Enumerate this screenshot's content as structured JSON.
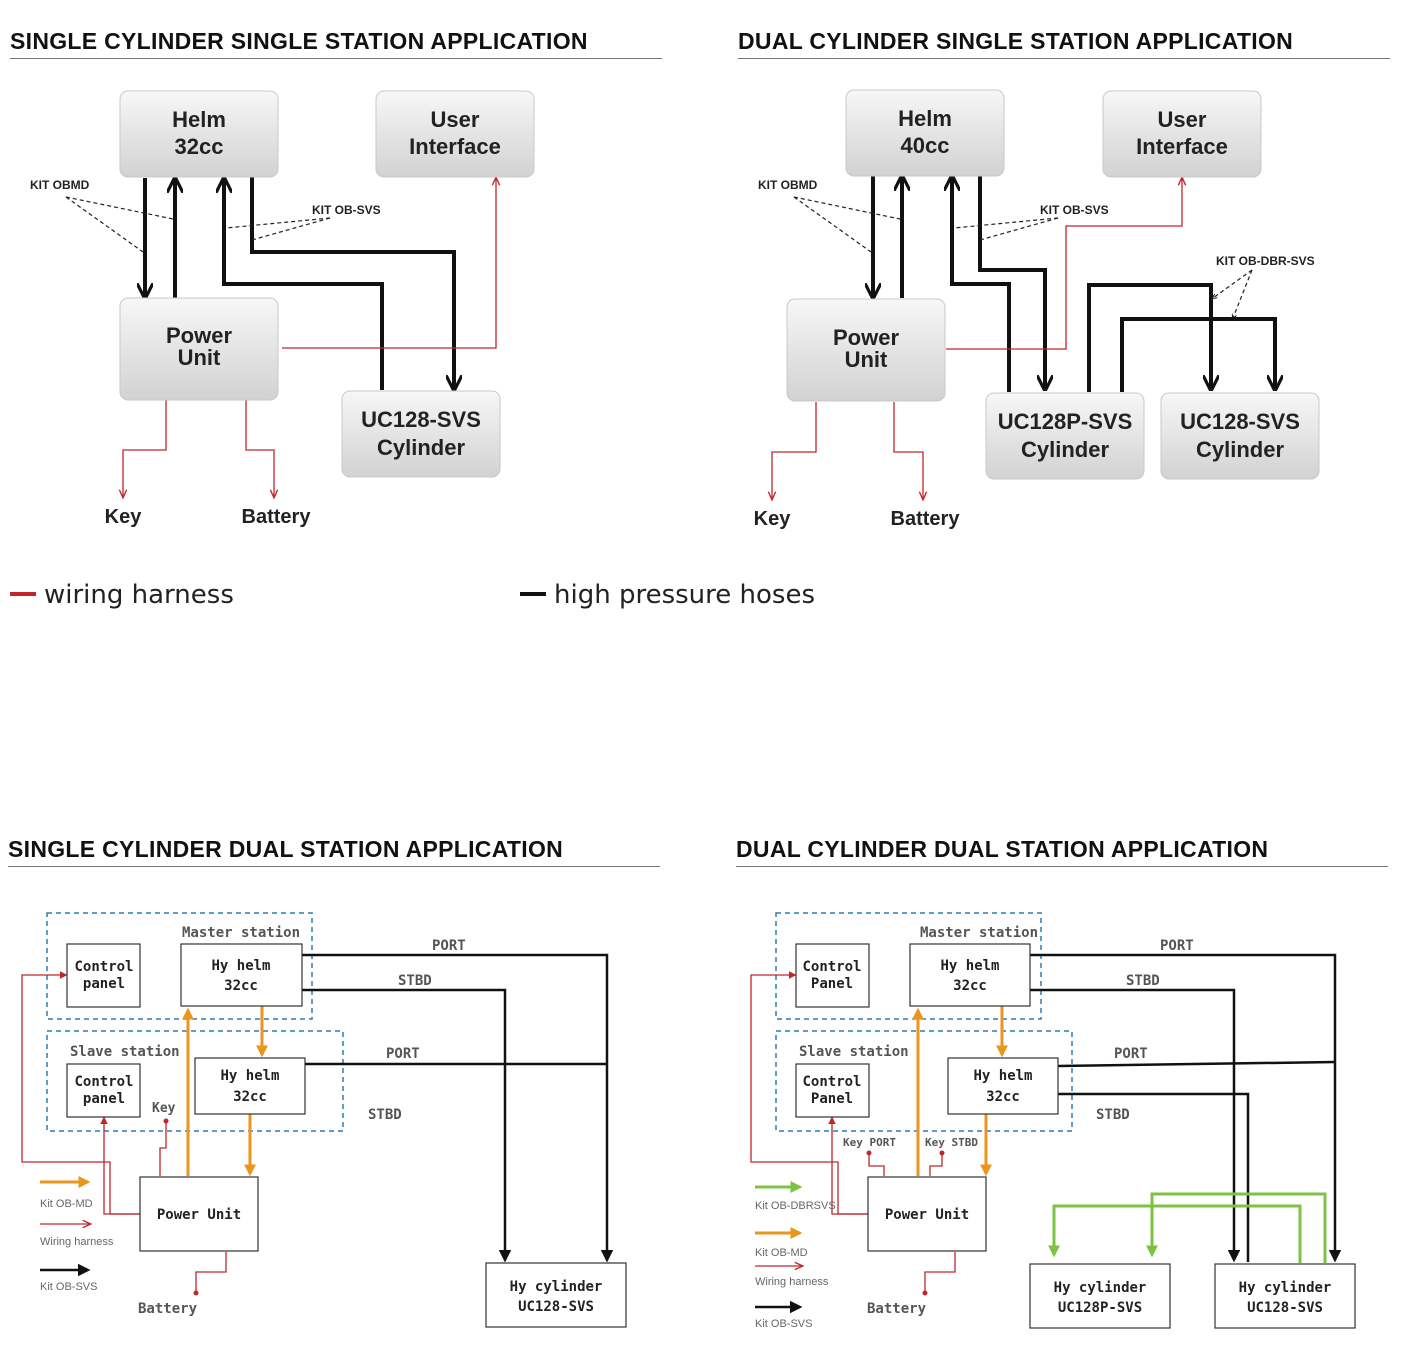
{
  "colors": {
    "wiring": "#c0272d",
    "hose": "#111111",
    "orange_kit": "#e8961e",
    "green_kit": "#7dc242",
    "station_border": "#2a7fb5"
  },
  "panels": {
    "a": {
      "title": "SINGLE CYLINDER SINGLE STATION APPLICATION",
      "helm": [
        "Helm",
        "32cc"
      ],
      "ui": [
        "User",
        "Interface"
      ],
      "pu": [
        "Power",
        "Unit"
      ],
      "cyl": [
        "UC128-SVS",
        "Cylinder"
      ],
      "kit1": "KIT OBMD",
      "kit2": "KIT OB-SVS",
      "key": "Key",
      "battery": "Battery"
    },
    "b": {
      "title": "DUAL CYLINDER SINGLE STATION APPLICATION",
      "helm": [
        "Helm",
        "40cc"
      ],
      "ui": [
        "User",
        "Interface"
      ],
      "pu": [
        "Power",
        "Unit"
      ],
      "cyl1": [
        "UC128P-SVS",
        "Cylinder"
      ],
      "cyl2": [
        "UC128-SVS",
        "Cylinder"
      ],
      "kit1": "KIT OBMD",
      "kit2": "KIT OB-SVS",
      "kit3": "KIT OB-DBR-SVS",
      "key": "Key",
      "battery": "Battery"
    },
    "c": {
      "title": "SINGLE CYLINDER DUAL STATION APPLICATION",
      "master": "Master station",
      "slave": "Slave station",
      "cp1": [
        "Control",
        "panel"
      ],
      "cp2": [
        "Control",
        "panel"
      ],
      "helm1": [
        "Hy helm",
        "32cc"
      ],
      "helm2": [
        "Hy helm",
        "32cc"
      ],
      "pu": "Power Unit",
      "cyl": [
        "Hy cylinder",
        "UC128-SVS"
      ],
      "port1": "PORT",
      "stbd1": "STBD",
      "port2": "PORT",
      "stbd2": "STBD",
      "key": "Key",
      "battery": "Battery",
      "leg1": "Kit OB-MD",
      "leg2": "Wiring harness",
      "leg3": "Kit OB-SVS"
    },
    "d": {
      "title": "DUAL CYLINDER DUAL STATION APPLICATION",
      "master": "Master station",
      "slave": "Slave station",
      "cp1": [
        "Control",
        "Panel"
      ],
      "cp2": [
        "Control",
        "Panel"
      ],
      "helm1": [
        "Hy helm",
        "32cc"
      ],
      "helm2": [
        "Hy helm",
        "32cc"
      ],
      "pu": "Power Unit",
      "cyl1": [
        "Hy cylinder",
        "UC128P-SVS"
      ],
      "cyl2": [
        "Hy cylinder",
        "UC128-SVS"
      ],
      "port1": "PORT",
      "stbd1": "STBD",
      "port2": "PORT",
      "stbd2": "STBD",
      "keyport": "Key PORT",
      "keystbd": "Key STBD",
      "battery": "Battery",
      "leg0": "Kit OB-DBRSVS",
      "leg1": "Kit OB-MD",
      "leg2": "Wiring harness",
      "leg3": "Kit OB-SVS"
    }
  },
  "legend": {
    "wiring": "wiring harness",
    "hose": "high pressure hoses"
  }
}
